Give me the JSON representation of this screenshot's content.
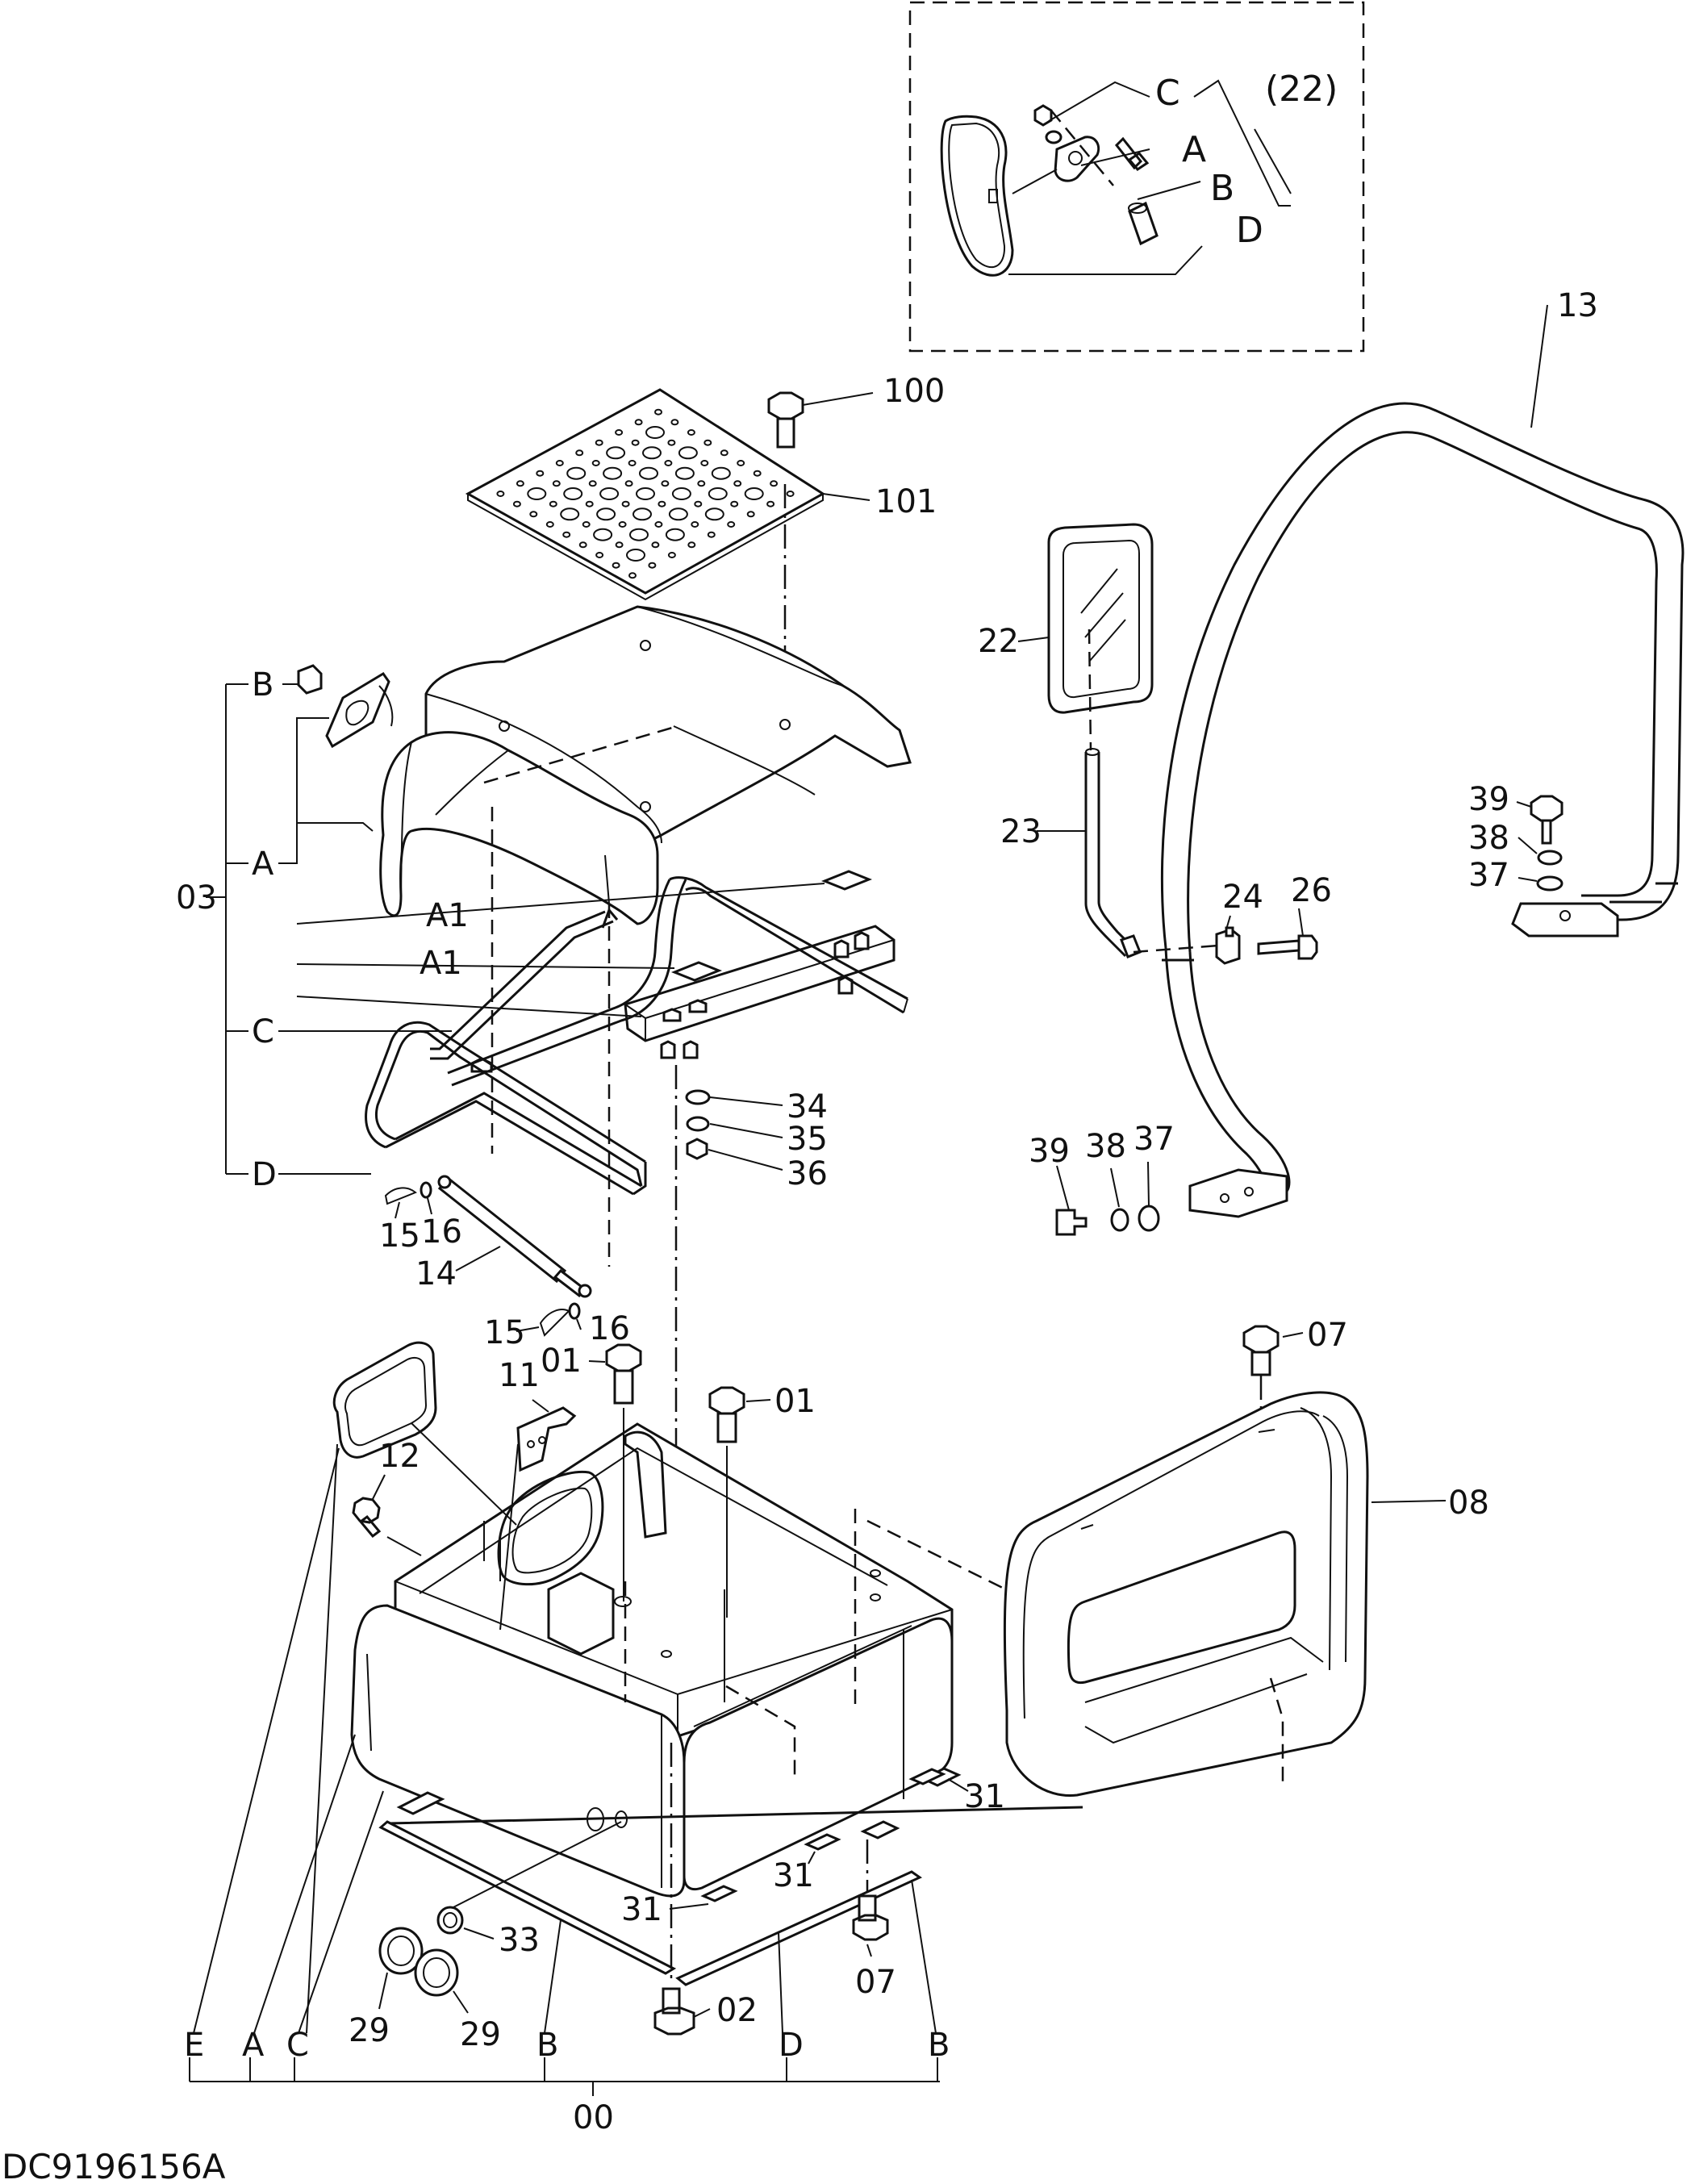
{
  "drawing_code": "DC9196156A",
  "inset": {
    "labels": {
      "c": "C",
      "a": "A",
      "b": "B",
      "d": "D",
      "group": "(22)"
    }
  },
  "parts": {
    "p13": "13",
    "p100": "100",
    "p101": "101",
    "p22": "22",
    "p23": "23",
    "p24": "24",
    "p26": "26",
    "p39": "39",
    "p38": "38",
    "p37": "37",
    "p39b": "39",
    "p38b": "38",
    "p37b": "37",
    "p03": "03",
    "p34": "34",
    "p35": "35",
    "p36": "36",
    "p15": "15",
    "p16": "16",
    "p14": "14",
    "p15b": "15",
    "p16b": "16",
    "p11": "11",
    "p01a": "01",
    "p01b": "01",
    "p12": "12",
    "p07a": "07",
    "p08": "08",
    "p31a": "31",
    "p31b": "31",
    "p31c": "31",
    "p33": "33",
    "p29a": "29",
    "p29b": "29",
    "p02": "02",
    "p07b": "07",
    "p00": "00"
  },
  "group03": {
    "b": "B",
    "a": "A",
    "a1_upper": "A1",
    "a1_lower": "A1",
    "c": "C",
    "d": "D"
  },
  "group00": {
    "e": "E",
    "a": "A",
    "c": "C",
    "b1": "B",
    "d": "D",
    "b2": "B"
  }
}
